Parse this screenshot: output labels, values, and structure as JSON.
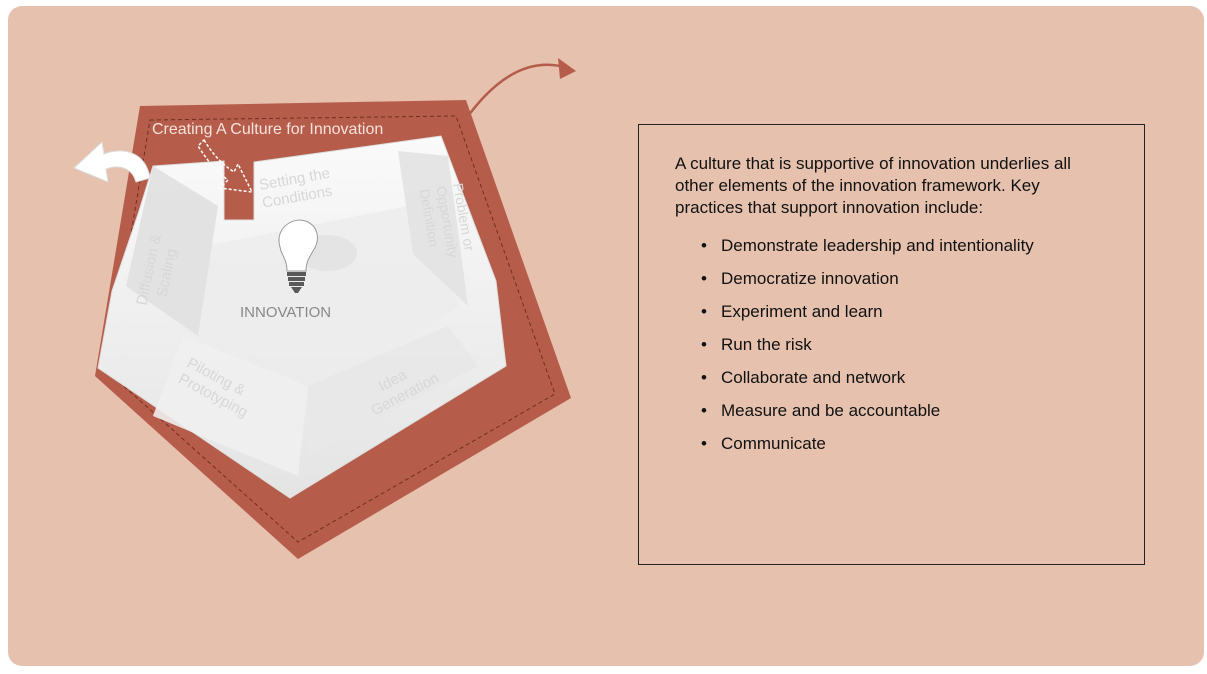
{
  "diagram": {
    "outer_label": "Creating A Culture for Innovation",
    "center_label": "INNOVATION",
    "stages": [
      "Setting the",
      "Conditions",
      "Problem or",
      "Opportunity",
      "Definition",
      "Idea",
      "Generation",
      "Piloting &",
      "Prototyping",
      "Diffusion &",
      "Scaling"
    ],
    "colors": {
      "background": "#e5c1ae",
      "pentagon_band": "#b65c4a",
      "inner_structure": "#f3f3f3",
      "arrow": "#b65c4a"
    },
    "icons": [
      "lightbulb-icon",
      "curved-arrow-icon"
    ]
  },
  "info": {
    "intro": "A culture that is supportive of innovation underlies all other elements of the innovation framework. Key practices that support innovation include:",
    "practices": [
      "Demonstrate leadership and intentionality",
      "Democratize innovation",
      "Experiment and learn",
      "Run the risk",
      "Collaborate and network",
      "Measure and be accountable",
      "Communicate"
    ]
  }
}
